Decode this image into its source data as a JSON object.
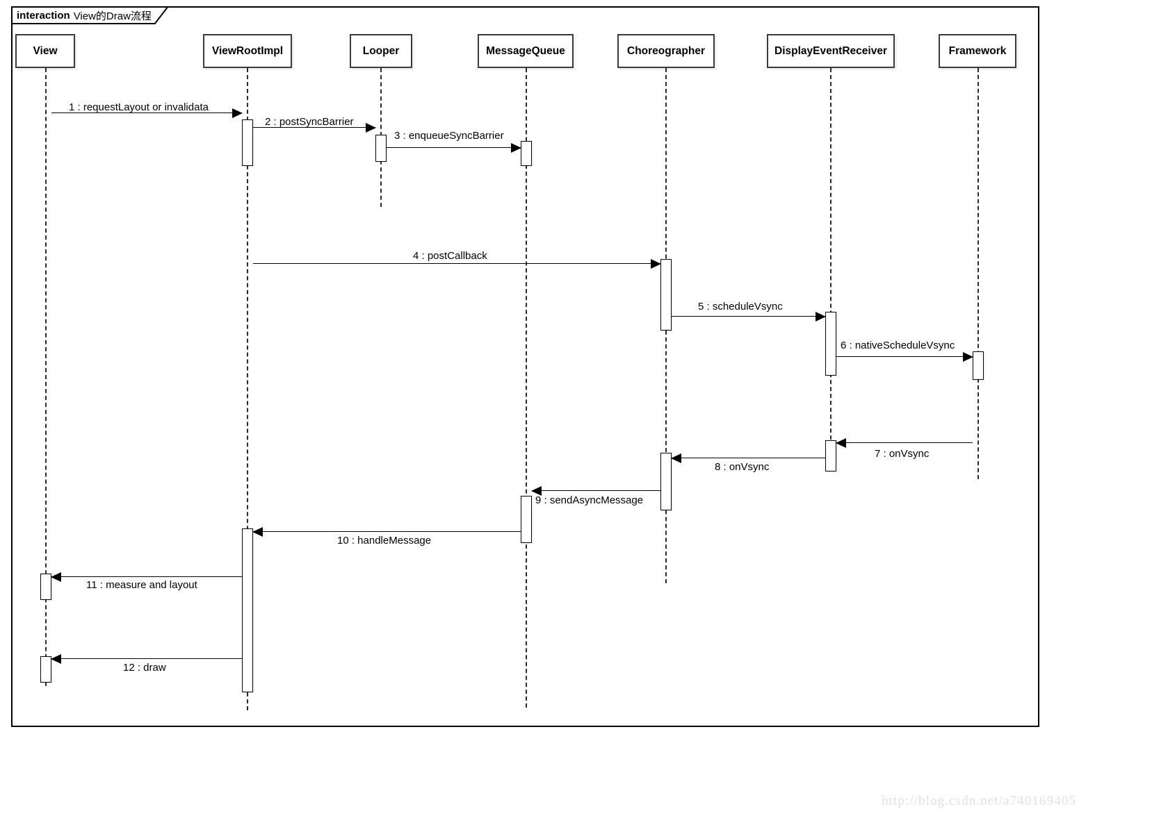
{
  "diagram": {
    "frame": {
      "keyword": "interaction",
      "name": "View的Draw流程"
    },
    "lifelines": [
      {
        "id": "view",
        "label": "View"
      },
      {
        "id": "viewrootimpl",
        "label": "ViewRootImpl"
      },
      {
        "id": "looper",
        "label": "Looper"
      },
      {
        "id": "messagequeue",
        "label": "MessageQueue"
      },
      {
        "id": "choreographer",
        "label": "Choreographer"
      },
      {
        "id": "displayeventreceiver",
        "label": "DisplayEventReceiver"
      },
      {
        "id": "framework",
        "label": "Framework"
      }
    ],
    "messages": [
      {
        "seq": "1",
        "label": "1 : requestLayout or invalidata",
        "from": "view",
        "to": "viewrootimpl",
        "direction": "right"
      },
      {
        "seq": "2",
        "label": "2 : postSyncBarrier",
        "from": "viewrootimpl",
        "to": "looper",
        "direction": "right"
      },
      {
        "seq": "3",
        "label": "3 : enqueueSyncBarrier",
        "from": "looper",
        "to": "messagequeue",
        "direction": "right"
      },
      {
        "seq": "4",
        "label": "4 : postCallback",
        "from": "viewrootimpl",
        "to": "choreographer",
        "direction": "right"
      },
      {
        "seq": "5",
        "label": "5 : scheduleVsync",
        "from": "choreographer",
        "to": "displayeventreceiver",
        "direction": "right"
      },
      {
        "seq": "6",
        "label": "6 : nativeScheduleVsync",
        "from": "displayeventreceiver",
        "to": "framework",
        "direction": "right"
      },
      {
        "seq": "7",
        "label": "7 : onVsync",
        "from": "framework",
        "to": "displayeventreceiver",
        "direction": "left"
      },
      {
        "seq": "8",
        "label": "8 : onVsync",
        "from": "displayeventreceiver",
        "to": "choreographer",
        "direction": "left"
      },
      {
        "seq": "9",
        "label": "9 : sendAsyncMessage",
        "from": "choreographer",
        "to": "messagequeue",
        "direction": "left"
      },
      {
        "seq": "10",
        "label": "10 : handleMessage",
        "from": "messagequeue",
        "to": "viewrootimpl",
        "direction": "left"
      },
      {
        "seq": "11",
        "label": "11 : measure and layout",
        "from": "viewrootimpl",
        "to": "view",
        "direction": "left"
      },
      {
        "seq": "12",
        "label": "12 : draw",
        "from": "viewrootimpl",
        "to": "view",
        "direction": "left"
      }
    ],
    "watermark": "http://blog.csdn.net/a740169405",
    "colors": {
      "stroke": "#000000",
      "head_border": "#3a3a3a",
      "background": "#ffffff",
      "watermark": "#e3e1de"
    }
  }
}
